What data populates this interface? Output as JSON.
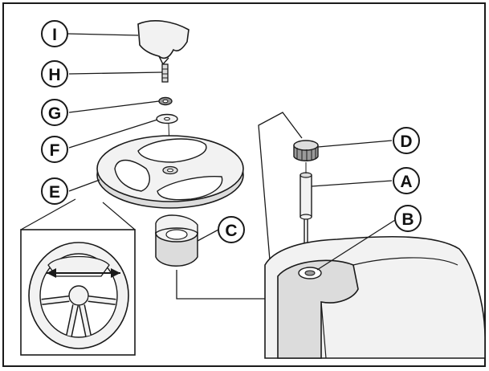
{
  "diagram": {
    "callouts": [
      {
        "id": "I",
        "label": "I",
        "part": "steering-wheel-cap"
      },
      {
        "id": "H",
        "label": "H",
        "part": "bolt"
      },
      {
        "id": "G",
        "label": "G",
        "part": "lock-washer"
      },
      {
        "id": "F",
        "label": "F",
        "part": "flat-washer"
      },
      {
        "id": "E",
        "label": "E",
        "part": "steering-wheel"
      },
      {
        "id": "C",
        "label": "C",
        "part": "steering-wheel-adapter"
      },
      {
        "id": "D",
        "label": "D",
        "part": "spline-adapter"
      },
      {
        "id": "A",
        "label": "A",
        "part": "steering-shaft-sleeve"
      },
      {
        "id": "B",
        "label": "B",
        "part": "steering-shaft"
      }
    ],
    "colors": {
      "line": "#1a1a1a",
      "fill_light": "#f2f2f2",
      "fill_mid": "#dcdcdc",
      "fill_dark": "#9a9a9a",
      "background": "#ffffff"
    }
  }
}
